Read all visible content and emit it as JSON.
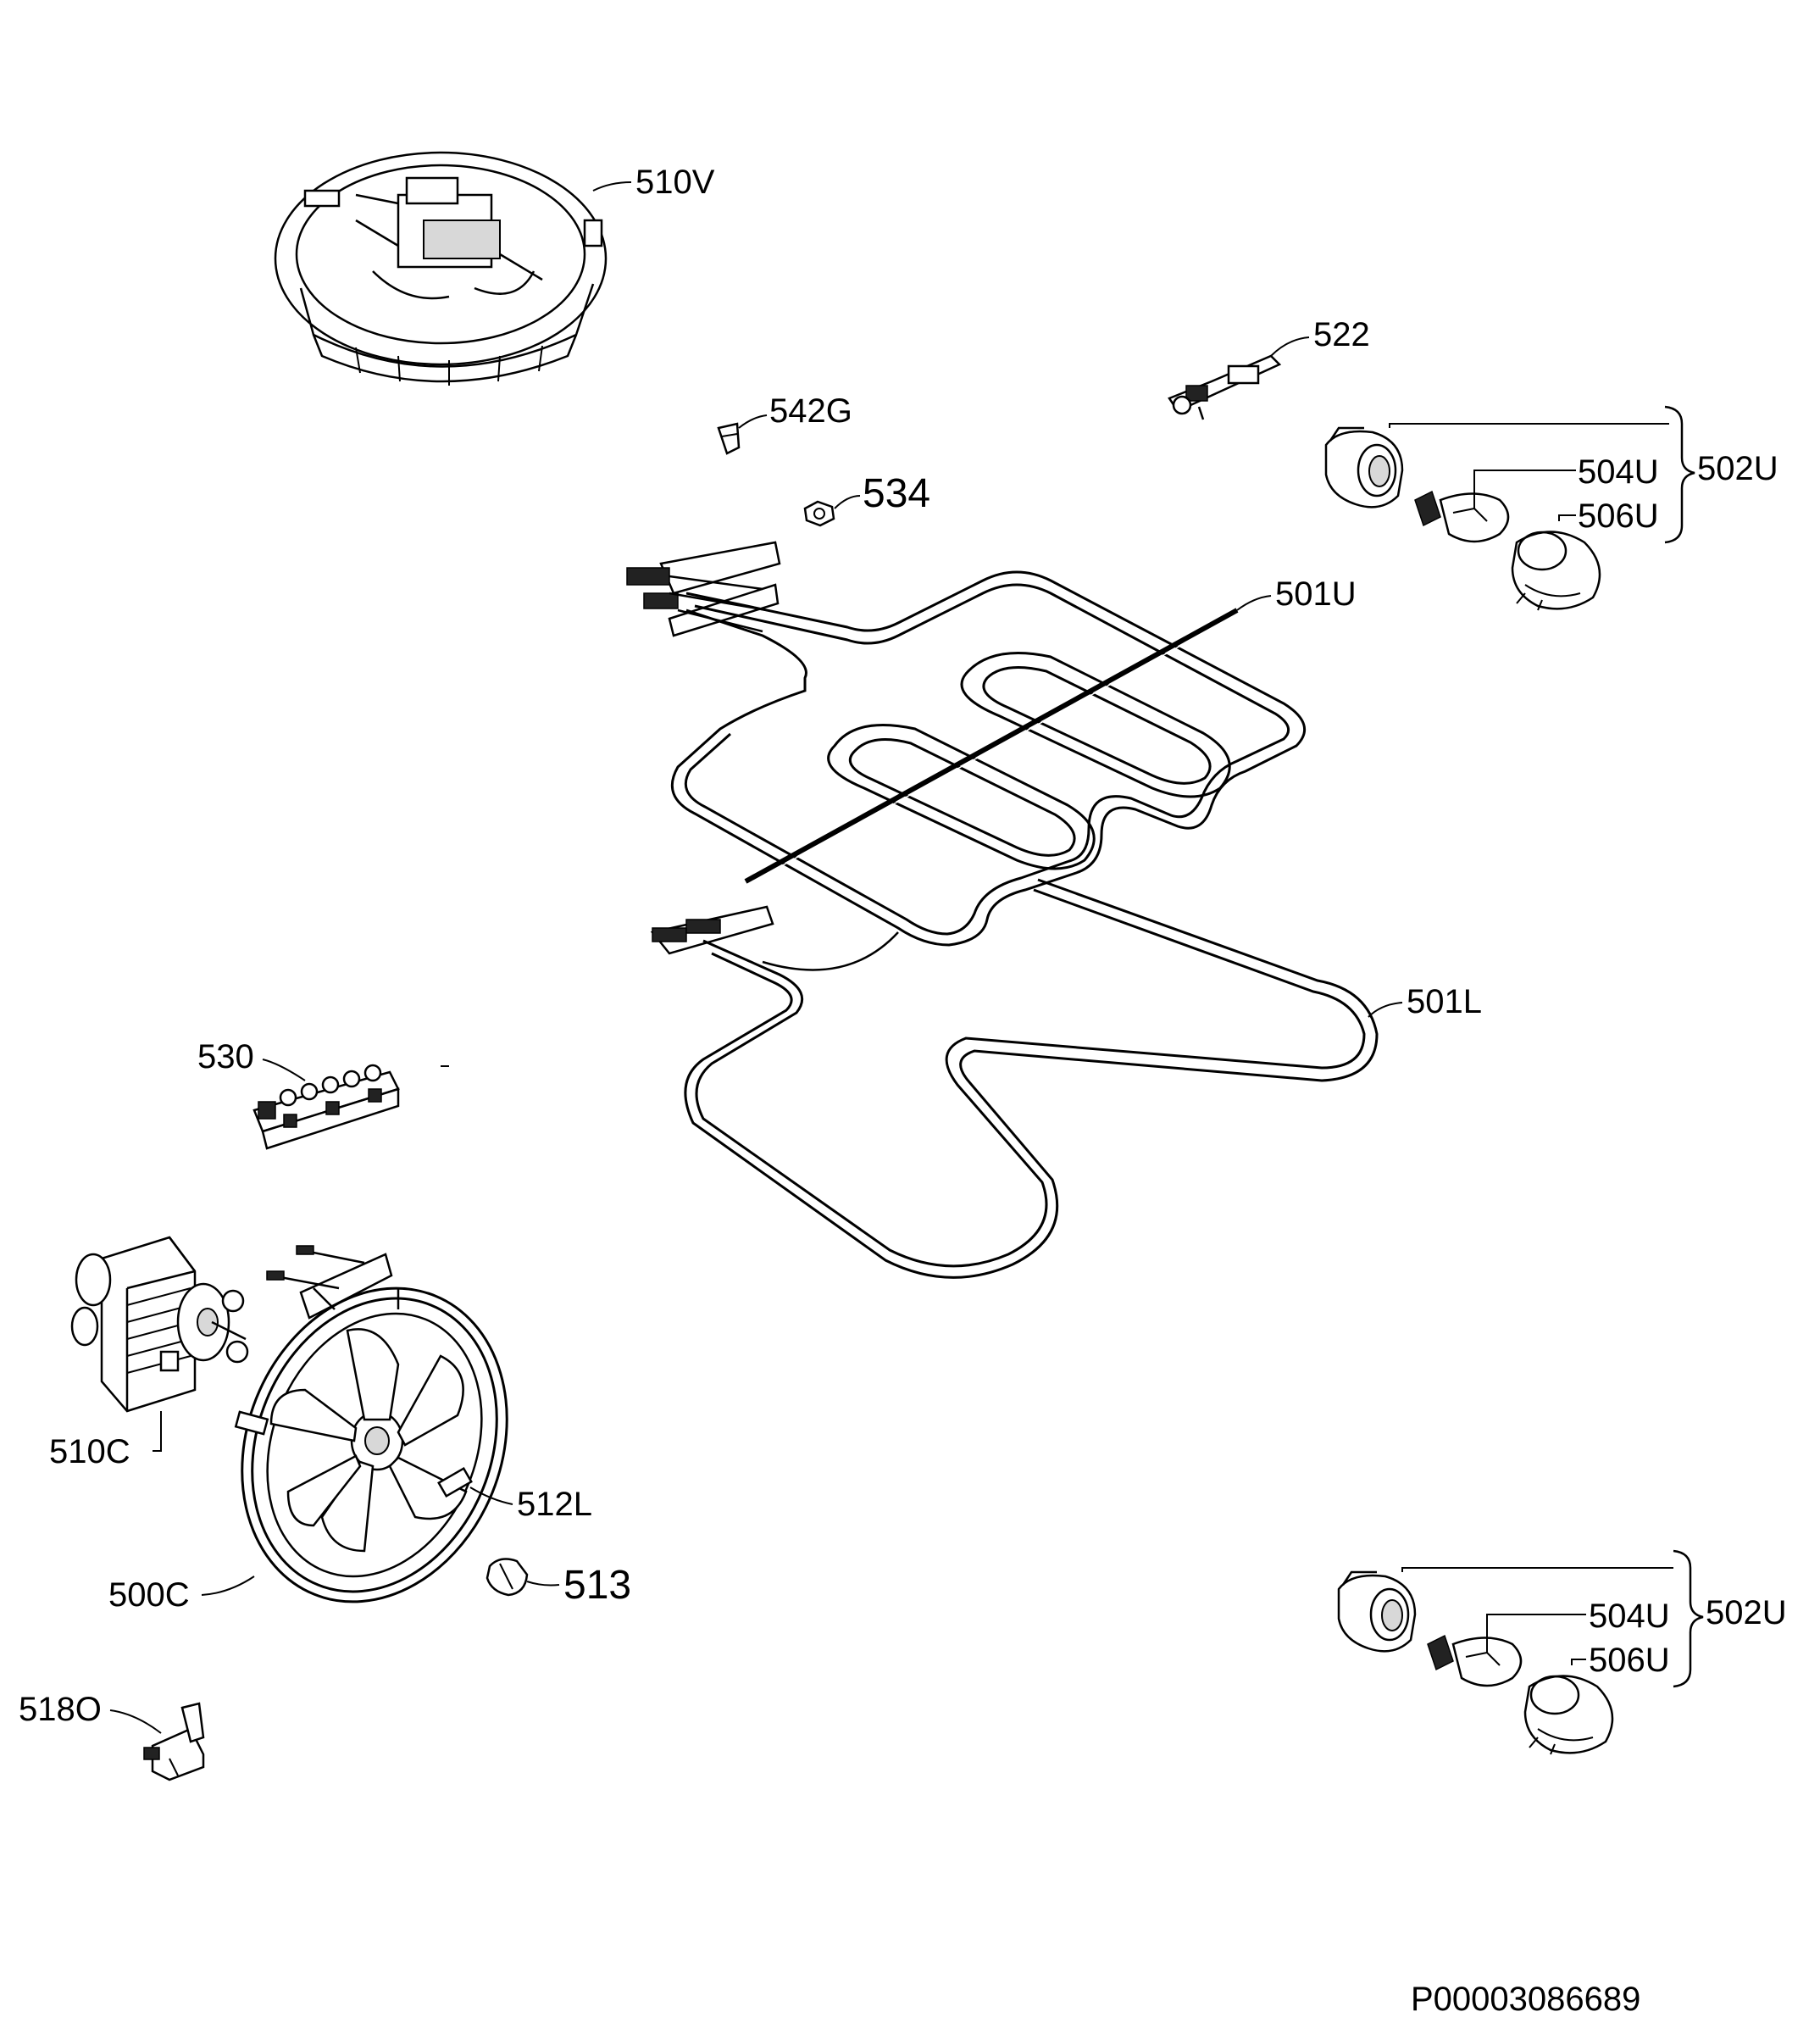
{
  "diagram": {
    "reference_code": "P00003086689",
    "parts": [
      {
        "id": "510V",
        "label": "510V"
      },
      {
        "id": "522",
        "label": "522"
      },
      {
        "id": "542G",
        "label": "542G"
      },
      {
        "id": "534",
        "label": "534"
      },
      {
        "id": "502U-top",
        "label": "502U"
      },
      {
        "id": "504U-top",
        "label": "504U"
      },
      {
        "id": "506U-top",
        "label": "506U"
      },
      {
        "id": "501U",
        "label": "501U"
      },
      {
        "id": "501L",
        "label": "501L"
      },
      {
        "id": "530",
        "label": "530"
      },
      {
        "id": "510C",
        "label": "510C"
      },
      {
        "id": "512L",
        "label": "512L"
      },
      {
        "id": "513",
        "label": "513"
      },
      {
        "id": "500C",
        "label": "500C"
      },
      {
        "id": "518O",
        "label": "518O"
      },
      {
        "id": "502U-bottom",
        "label": "502U"
      },
      {
        "id": "504U-bottom",
        "label": "504U"
      },
      {
        "id": "506U-bottom",
        "label": "506U"
      }
    ]
  }
}
